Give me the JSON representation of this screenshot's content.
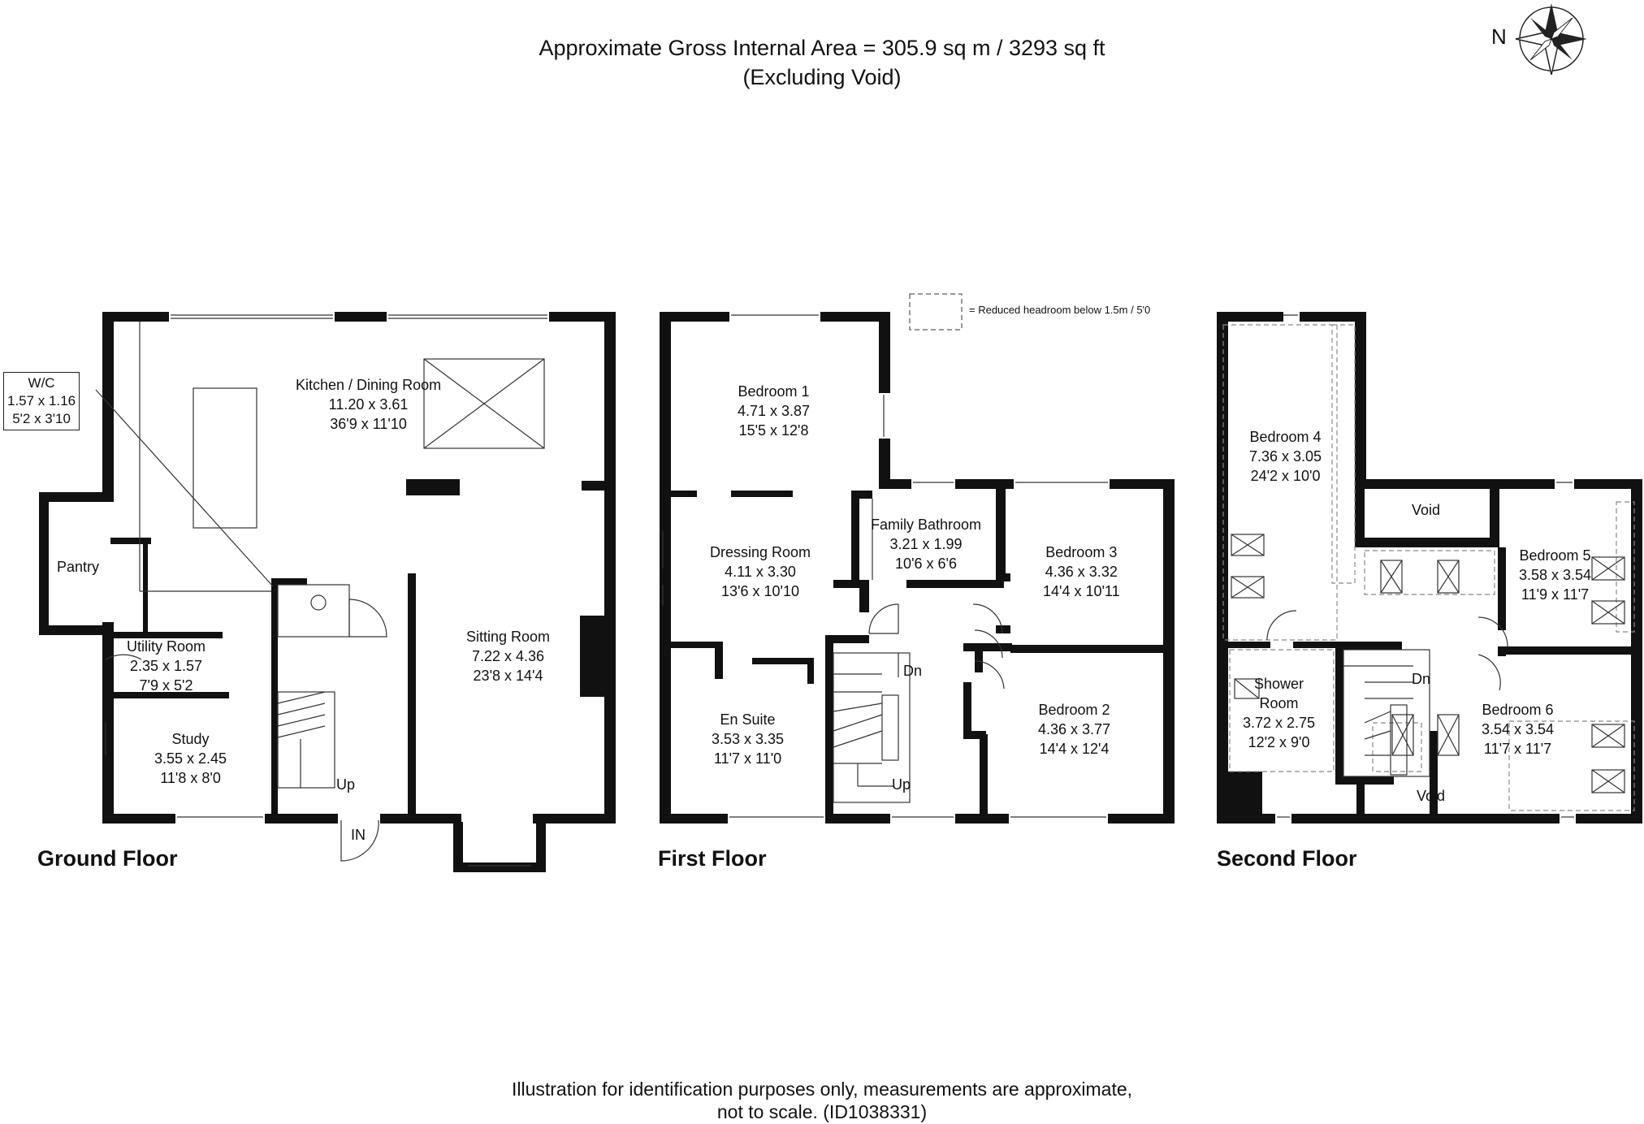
{
  "header": {
    "line1": "Approximate Gross Internal Area = 305.9 sq m / 3293 sq ft",
    "line2": "(Excluding Void)"
  },
  "compass": {
    "label": "N"
  },
  "legend": {
    "text": "= Reduced headroom below 1.5m / 5'0"
  },
  "floors": {
    "ground": {
      "label": "Ground Floor",
      "rooms": {
        "wc": {
          "name": "W/C",
          "metric": "1.57 x 1.16",
          "imperial": "5'2 x 3'10"
        },
        "kitchen": {
          "name": "Kitchen / Dining Room",
          "metric": "11.20 x 3.61",
          "imperial": "36'9 x 11'10"
        },
        "pantry": {
          "name": "Pantry"
        },
        "utility": {
          "name": "Utility Room",
          "metric": "2.35 x 1.57",
          "imperial": "7'9 x 5'2"
        },
        "sitting": {
          "name": "Sitting Room",
          "metric": "7.22 x 4.36",
          "imperial": "23'8 x 14'4"
        },
        "study": {
          "name": "Study",
          "metric": "3.55 x 2.45",
          "imperial": "11'8 x 8'0"
        }
      },
      "stair_label": "Up",
      "entry_label": "IN"
    },
    "first": {
      "label": "First Floor",
      "rooms": {
        "bedroom1": {
          "name": "Bedroom 1",
          "metric": "4.71 x 3.87",
          "imperial": "15'5 x 12'8"
        },
        "dressing": {
          "name": "Dressing Room",
          "metric": "4.11 x 3.30",
          "imperial": "13'6 x 10'10"
        },
        "bathroom": {
          "name": "Family Bathroom",
          "metric": "3.21 x 1.99",
          "imperial": "10'6 x 6'6"
        },
        "bedroom3": {
          "name": "Bedroom 3",
          "metric": "4.36 x 3.32",
          "imperial": "14'4 x 10'11"
        },
        "ensuite": {
          "name": "En Suite",
          "metric": "3.53 x 3.35",
          "imperial": "11'7 x 11'0"
        },
        "bedroom2": {
          "name": "Bedroom 2",
          "metric": "4.36 x 3.77",
          "imperial": "14'4 x 12'4"
        }
      },
      "stair_down": "Dn",
      "stair_up": "Up"
    },
    "second": {
      "label": "Second Floor",
      "rooms": {
        "bedroom4": {
          "name": "Bedroom 4",
          "metric": "7.36 x 3.05",
          "imperial": "24'2 x 10'0"
        },
        "void1": {
          "name": "Void"
        },
        "bedroom5": {
          "name": "Bedroom 5",
          "metric": "3.58 x 3.54",
          "imperial": "11'9 x 11'7"
        },
        "shower": {
          "name": "Shower",
          "name2": "Room",
          "metric": "3.72 x 2.75",
          "imperial": "12'2 x 9'0"
        },
        "bedroom6": {
          "name": "Bedroom 6",
          "metric": "3.54 x 3.54",
          "imperial": "11'7 x 11'7"
        },
        "void2": {
          "name": "Void"
        }
      },
      "stair_down": "Dn"
    }
  },
  "footer": {
    "line1": "Illustration for identification purposes only, measurements are approximate,",
    "line2": "not to scale. (ID1038331)"
  }
}
